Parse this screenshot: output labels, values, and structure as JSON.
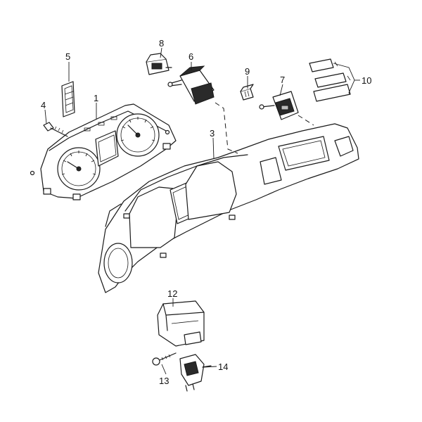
{
  "callouts": {
    "c1": "1",
    "c3": "3",
    "c4": "4",
    "c5": "5",
    "c6": "6",
    "c7": "7",
    "c8": "8",
    "c9": "9",
    "c10": "10",
    "c12": "12",
    "c13": "13",
    "c14": "14"
  }
}
